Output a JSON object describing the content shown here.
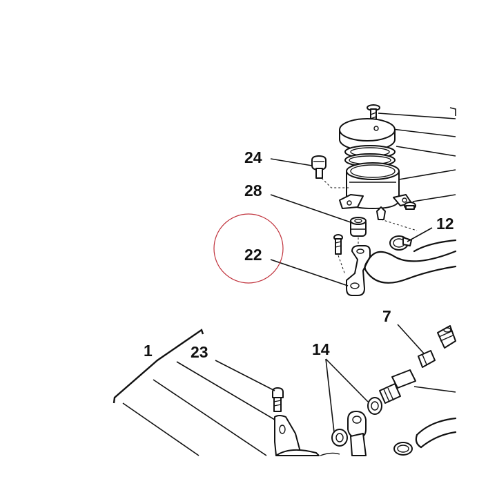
{
  "colors": {
    "line": "#111111",
    "background": "#ffffff",
    "highlight_circle": "#c0313b"
  },
  "callouts": {
    "c24": "24",
    "c28": "28",
    "c22": "22",
    "c12": "12",
    "c7": "7",
    "c1": "1",
    "c23": "23",
    "c14": "14"
  }
}
